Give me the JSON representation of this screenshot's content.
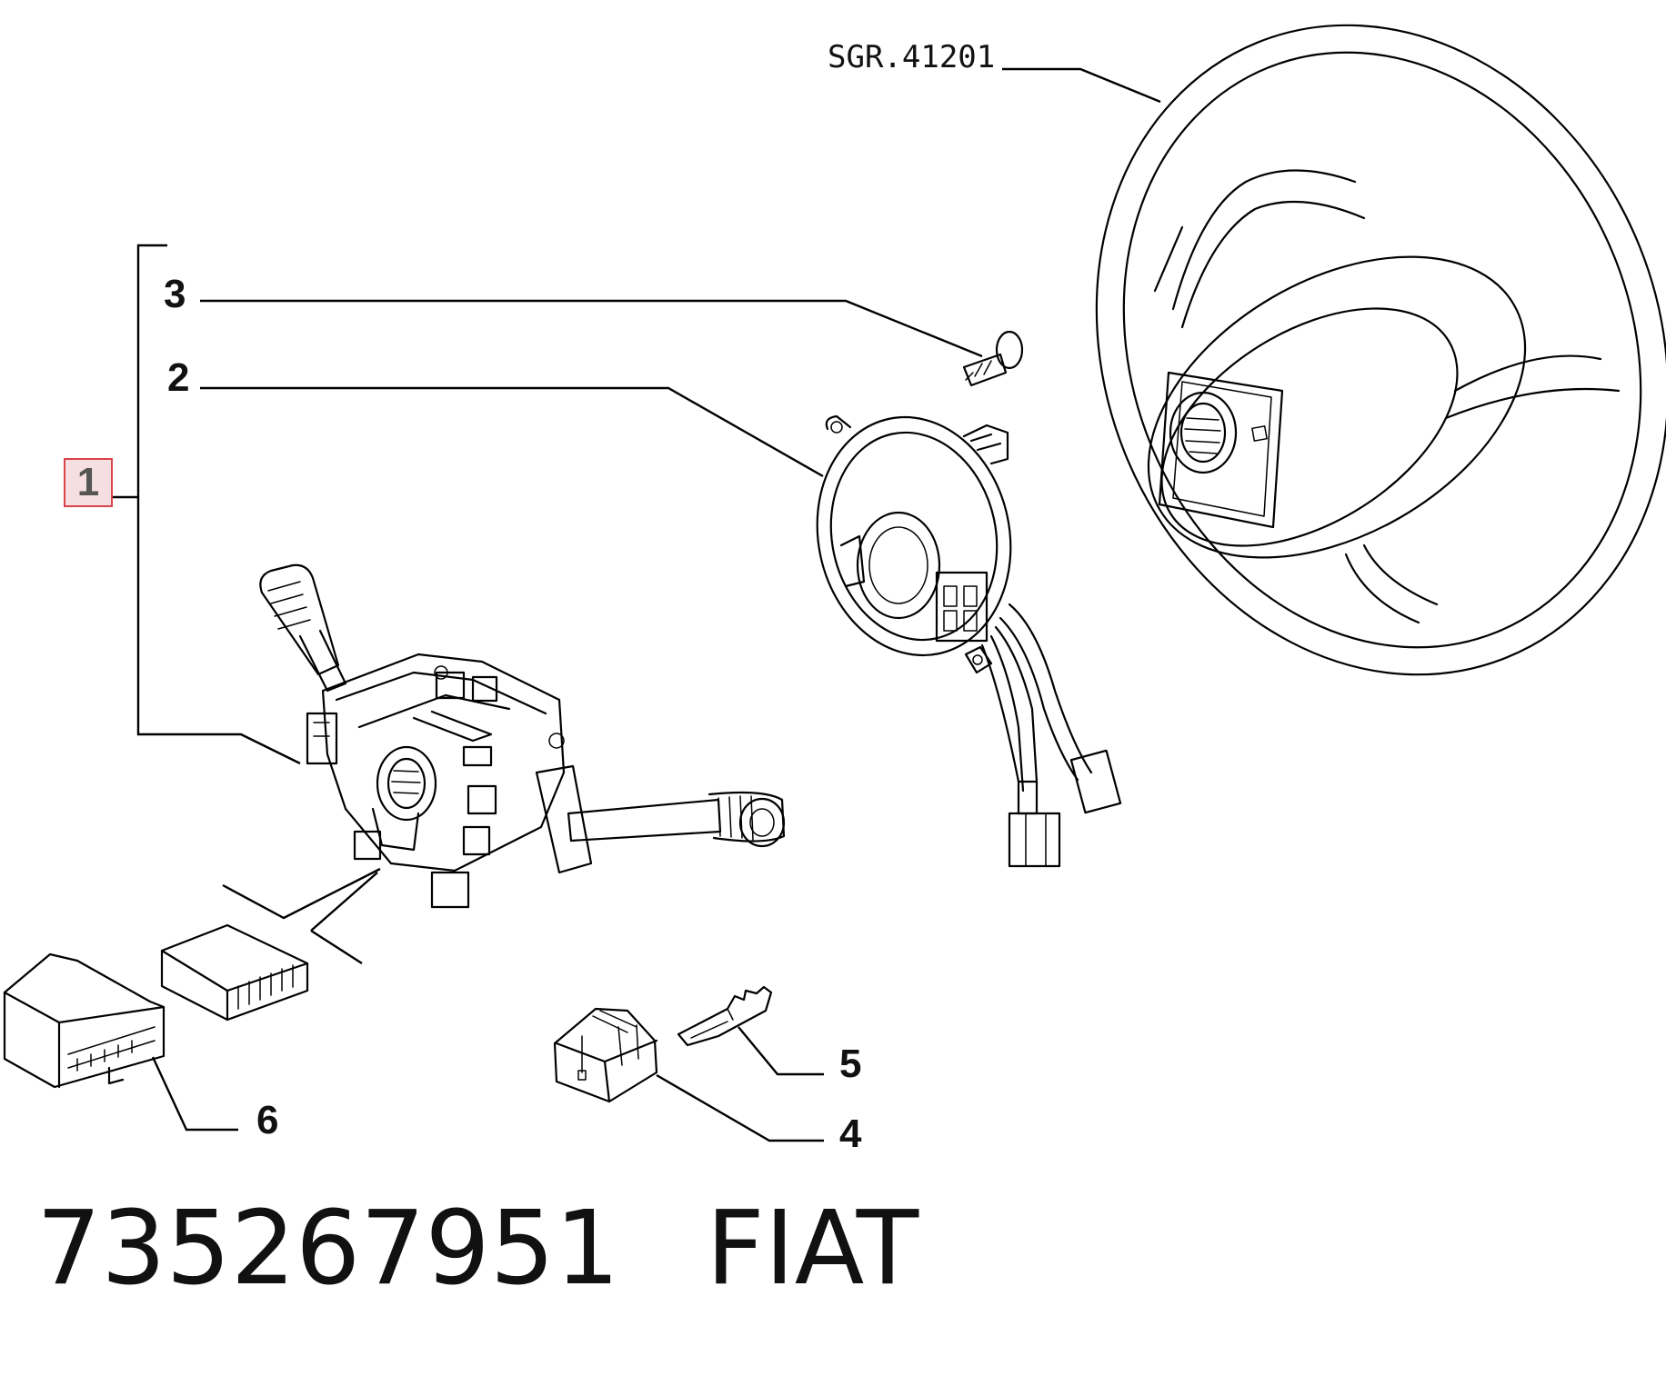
{
  "reference_code": "SGR.41201",
  "callouts": {
    "c1": "1",
    "c2": "2",
    "c3": "3",
    "c4": "4",
    "c5": "5",
    "c6": "6"
  },
  "part_number": "735267951",
  "brand": "FIAT",
  "colors": {
    "highlight_fill": "#f6dfe0",
    "highlight_border": "#d9434b"
  }
}
